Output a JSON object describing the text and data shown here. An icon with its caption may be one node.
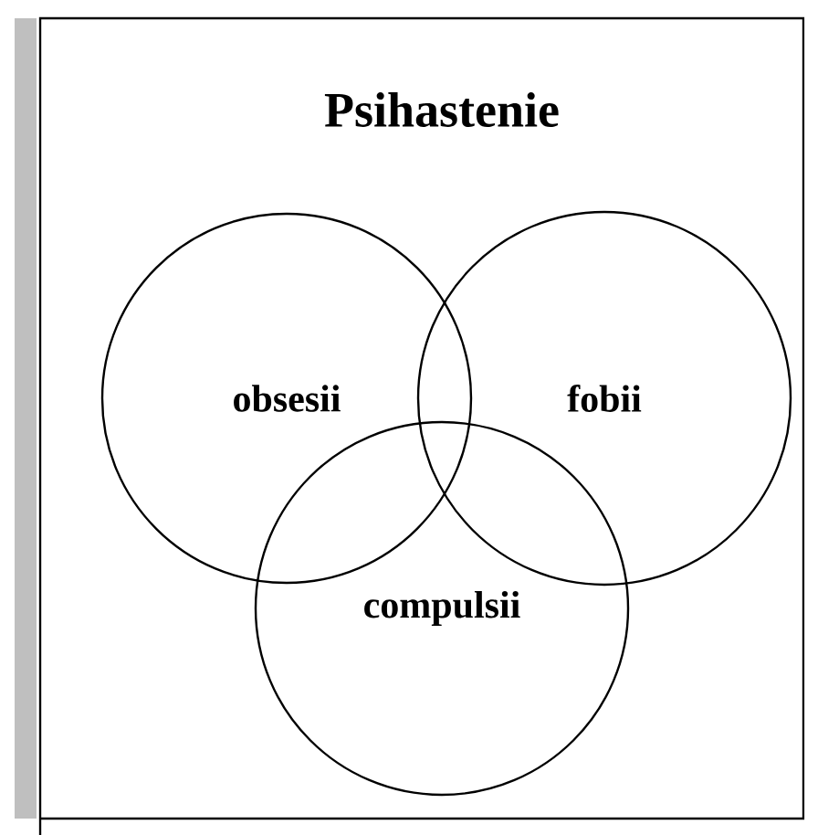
{
  "diagram": {
    "title": "Psihastenie",
    "nodes": [
      {
        "text": [
          "obsesii"
        ]
      },
      {
        "text": [
          "fobii"
        ]
      },
      {
        "text": [
          "compulsii"
        ]
      }
    ]
  }
}
